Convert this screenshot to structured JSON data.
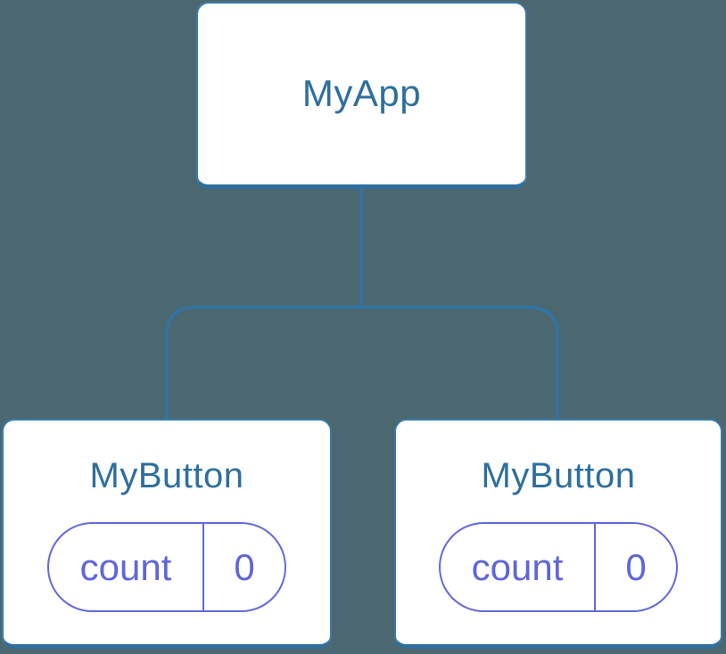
{
  "colors": {
    "background": "#4b6770",
    "card_fill": "#ffffff",
    "card_border": "#3a7dab",
    "card_border_bottom": "#2f6f9f",
    "node_label": "#2d6f9e",
    "connector": "#2f74a6",
    "state_accent": "#6469d9"
  },
  "tree": {
    "root": {
      "label": "MyApp"
    },
    "children": [
      {
        "label": "MyButton",
        "state": {
          "name": "count",
          "value": "0"
        }
      },
      {
        "label": "MyButton",
        "state": {
          "name": "count",
          "value": "0"
        }
      }
    ]
  }
}
